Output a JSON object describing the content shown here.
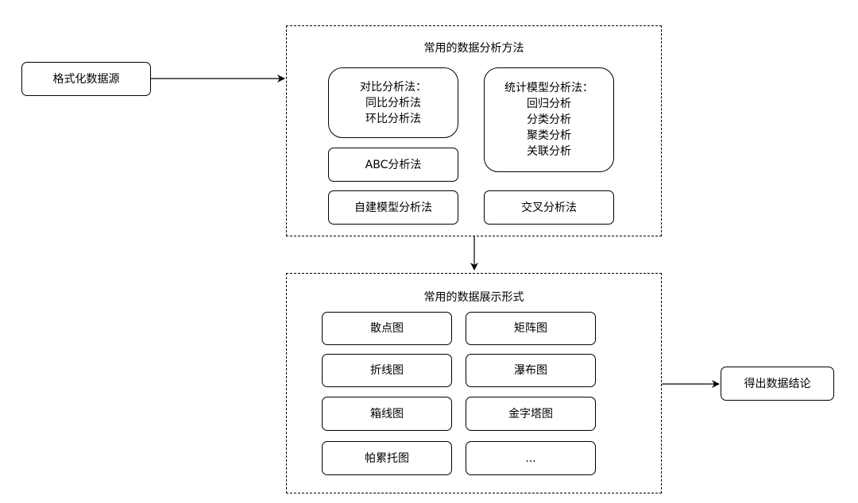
{
  "source": {
    "label": "格式化数据源"
  },
  "analysis": {
    "title": "常用的数据分析方法",
    "comparison": {
      "title": "对比分析法：",
      "items": [
        "同比分析法",
        "环比分析法"
      ]
    },
    "abc": "ABC分析法",
    "custom_model": "自建模型分析法",
    "statistical": {
      "title": "统计模型分析法：",
      "items": [
        "回归分析",
        "分类分析",
        "聚类分析",
        "关联分析"
      ]
    },
    "cross": "交叉分析法"
  },
  "display": {
    "title": "常用的数据展示形式",
    "items": [
      "散点图",
      "矩阵图",
      "折线图",
      "瀑布图",
      "箱线图",
      "金字塔图",
      "帕累托图",
      "..."
    ]
  },
  "conclusion": {
    "label": "得出数据结论"
  }
}
